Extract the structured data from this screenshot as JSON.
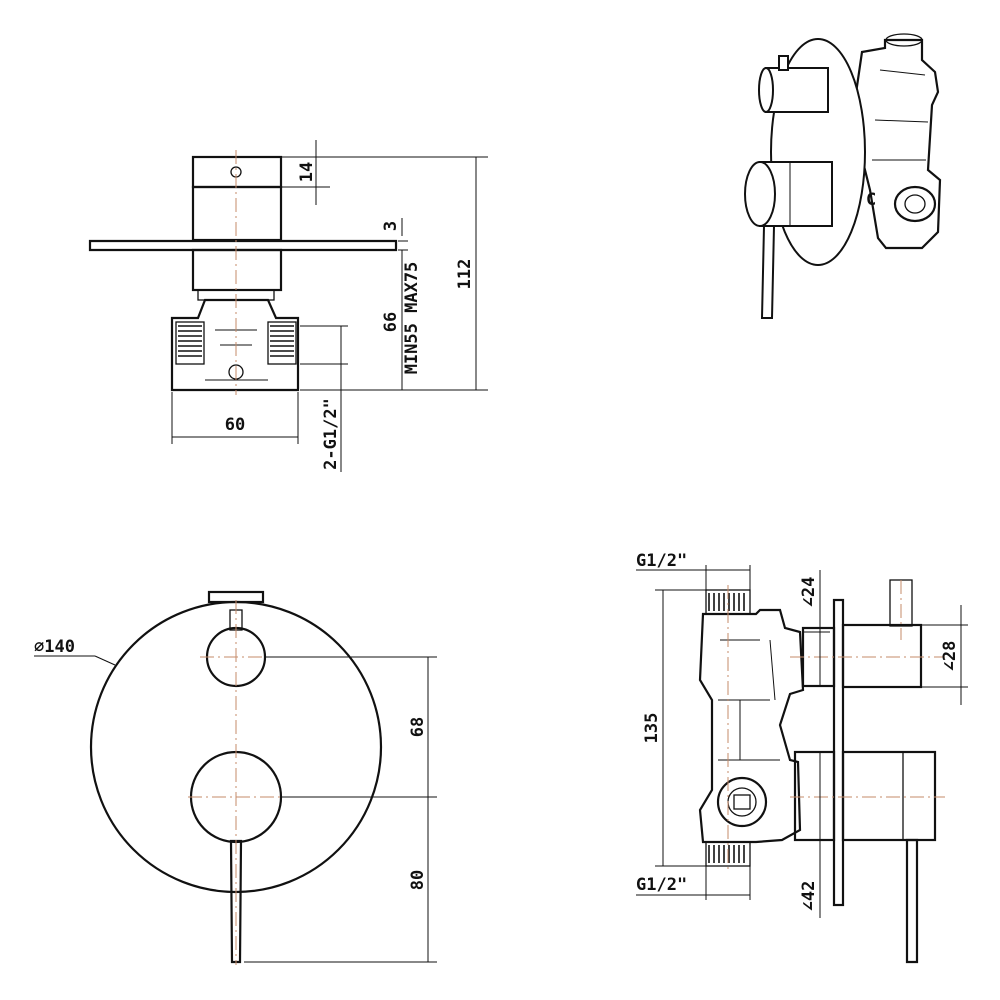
{
  "side_view": {
    "dim_cap_height": "14",
    "dim_plate_thickness": "3",
    "dim_body_depth": "66",
    "dim_wall_range": "MIN55 MAX75",
    "dim_total_height": "112",
    "dim_body_width": "60",
    "dim_inlet_thread": "2-G1/2\""
  },
  "front_view": {
    "dim_plate_diameter": "∅140",
    "dim_upper_spacing": "68",
    "dim_lower_spacing": "80"
  },
  "section_view": {
    "dim_top_thread": "G1/2\"",
    "dim_bottom_thread": "G1/2\"",
    "dim_body_height": "135",
    "dim_knob_diameter": "∠24",
    "dim_diverter_diameter": "∠28",
    "dim_handle_diameter": "∠42",
    "port_letter": "C"
  }
}
